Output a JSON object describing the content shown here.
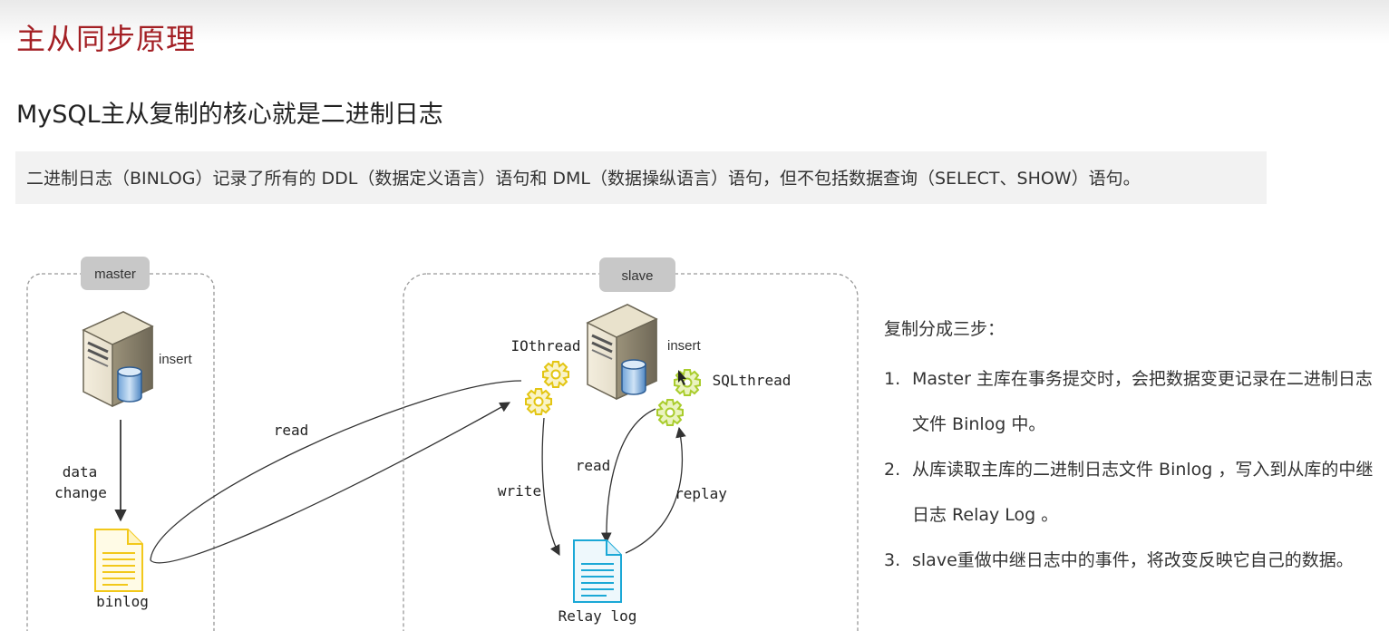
{
  "header": {
    "title": "主从同步原理"
  },
  "subtitle": "MySQL主从复制的核心就是二进制日志",
  "note": "二进制日志（BINLOG）记录了所有的 DDL（数据定义语言）语句和 DML（数据操纵语言）语句，但不包括数据查询（SELECT、SHOW）语句。",
  "diagram": {
    "master": {
      "label": "master",
      "insert_label": "insert",
      "data_change_line1": "data",
      "data_change_line2": "change",
      "binlog_label": "binlog"
    },
    "slave": {
      "label": "slave",
      "insert_label": "insert",
      "iothread_label": "IOthread",
      "sqlthread_label": "SQLthread",
      "write_label": "write",
      "read_label": "read",
      "replay_label": "replay",
      "relay_label": "Relay log"
    },
    "read_arrow_label": "read",
    "colors": {
      "gear": "#f2d21b",
      "binlog_file": "#f2c81b",
      "relay_file": "#1ba8d6",
      "box_label_bg": "#c8c8c8"
    }
  },
  "steps": {
    "title": "复制分成三步：",
    "items": [
      {
        "num": "1.",
        "text": "Master 主库在事务提交时，会把数据变更记录在二进制日志文件 Binlog 中。"
      },
      {
        "num": "2.",
        "text": "从库读取主库的二进制日志文件 Binlog ，写入到从库的中继日志 Relay Log 。"
      },
      {
        "num": "3.",
        "text": "slave重做中继日志中的事件，将改变反映它自己的数据。"
      }
    ]
  }
}
